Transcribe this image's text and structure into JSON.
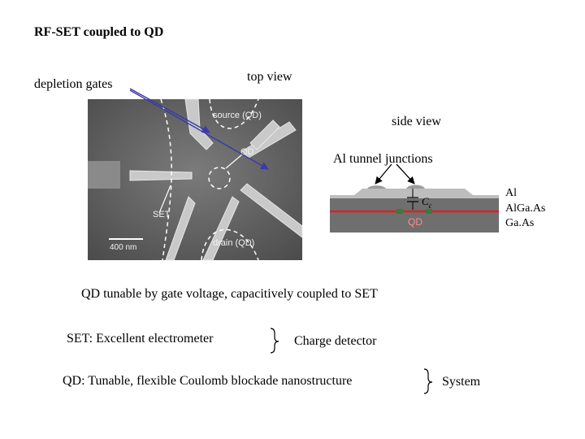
{
  "slide": {
    "title": "RF-SET coupled to QD",
    "depletion_gates": "depletion gates",
    "top_view": "top view",
    "side_view": "side view",
    "tunnel_junctions": "Al tunnel junctions",
    "caption": "QD tunable by gate voltage, capacitively coupled to SET",
    "set_line": "SET: Excellent electrometer",
    "qd_line": "QD: Tunable, flexible Coulomb blockade nanostructure",
    "charge_detector": "Charge detector",
    "system": "System"
  },
  "sem_image": {
    "source_label": "source (QD)",
    "qd_label": "QD",
    "set_label": "SET",
    "drain_label": "drain (QD)",
    "scale_label": "400 nm"
  },
  "side_view": {
    "cap_label": "C",
    "cap_subscript": "c",
    "qd_label": "QD",
    "layers": [
      "Al",
      "AlGa.As",
      "Ga.As"
    ],
    "colors": {
      "substrate": "#6f6f6f",
      "two_deg": "#e02020",
      "al_layer": "#bdbdbd"
    }
  }
}
